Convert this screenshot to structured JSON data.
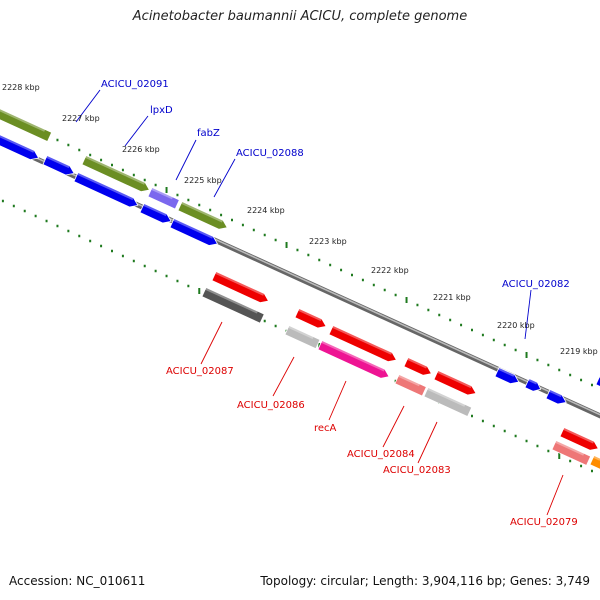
{
  "title": "Acinetobacter baumannii ACICU, complete genome",
  "footer": {
    "accession": "Accession: NC_010611",
    "summary": "Topology: circular; Length: 3,904,116 bp; Genes: 3,749"
  },
  "scale_labels": [
    "2228 kbp",
    "2227 kbp",
    "2226 kbp",
    "2225 kbp",
    "2224 kbp",
    "2223 kbp",
    "2222 kbp",
    "2221 kbp",
    "2220 kbp",
    "2219 kbp"
  ],
  "colors": {
    "backbone": "#888888",
    "tick_green": "#1f7a1f",
    "label_blue": "#0000cc",
    "label_red": "#dd0000",
    "olive": "#6b8e23",
    "blue": "#0000ee",
    "red": "#ee0000",
    "magenta": "#ee1493",
    "pink": "#ee7777",
    "dark_gray": "#555555",
    "light_gray": "#bbbbbb",
    "purple": "#7b68ee",
    "orange": "#ff8c00"
  },
  "genes": {
    "top": [
      {
        "label": "ACICU_02091",
        "color": "label_blue"
      },
      {
        "label": "lpxD",
        "color": "label_blue"
      },
      {
        "label": "fabZ",
        "color": "label_blue"
      },
      {
        "label": "ACICU_02088",
        "color": "label_blue"
      },
      {
        "label": "ACICU_02082",
        "color": "label_blue"
      }
    ],
    "bottom": [
      {
        "label": "ACICU_02087",
        "color": "label_red"
      },
      {
        "label": "ACICU_02086",
        "color": "label_red"
      },
      {
        "label": "recA",
        "color": "label_red"
      },
      {
        "label": "ACICU_02084",
        "color": "label_red"
      },
      {
        "label": "ACICU_02083",
        "color": "label_red"
      },
      {
        "label": "ACICU_02079",
        "color": "label_red"
      }
    ]
  }
}
